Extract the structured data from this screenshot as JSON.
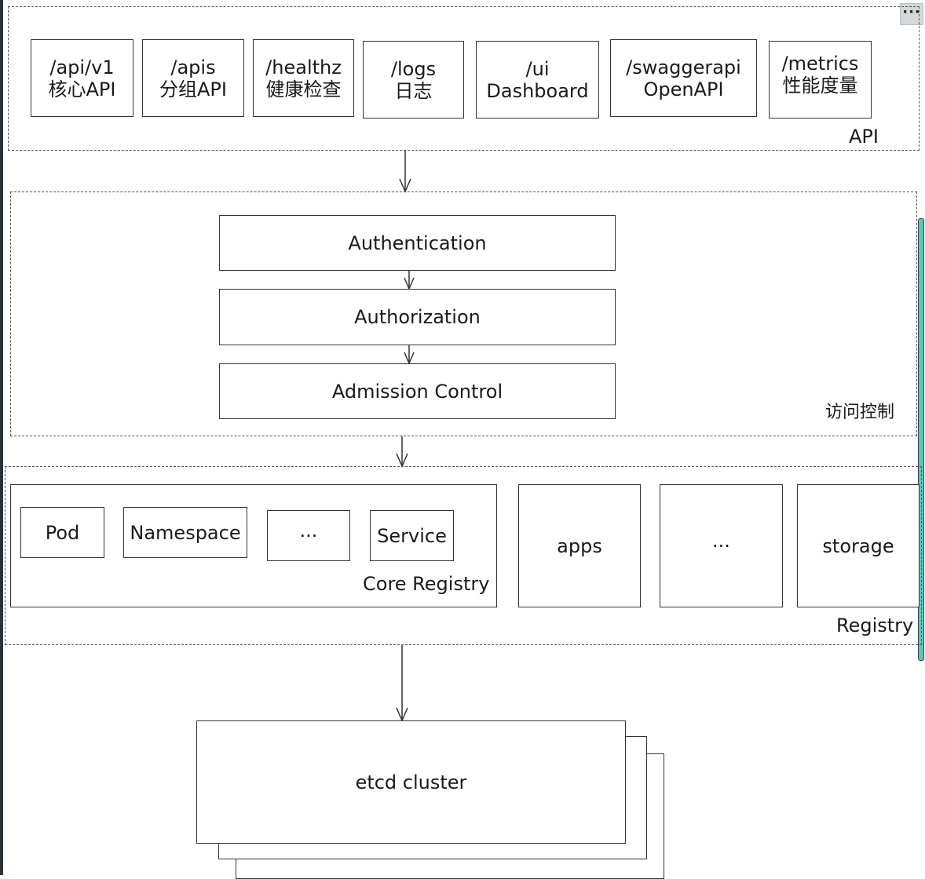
{
  "api_group": {
    "label": "API",
    "endpoints": [
      {
        "path": "/api/v1",
        "desc": "核心API"
      },
      {
        "path": "/apis",
        "desc": "分组API"
      },
      {
        "path": "/healthz",
        "desc": "健康检查"
      },
      {
        "path": "/logs",
        "desc": "日志"
      },
      {
        "path": "/ui",
        "desc": "Dashboard"
      },
      {
        "path": "/swaggerapi",
        "desc": "OpenAPI"
      },
      {
        "path": "/metrics",
        "desc": "性能度量"
      }
    ]
  },
  "access_control": {
    "label": "访问控制",
    "steps": [
      "Authentication",
      "Authorization",
      "Admission Control"
    ]
  },
  "registry": {
    "label": "Registry",
    "core": {
      "label": "Core Registry",
      "items": [
        "Pod",
        "Namespace",
        "···",
        "Service"
      ]
    },
    "groups": [
      "apps",
      "···",
      "storage"
    ]
  },
  "storage": {
    "label": "etcd cluster"
  },
  "toolbar": {
    "more_label": "···"
  }
}
